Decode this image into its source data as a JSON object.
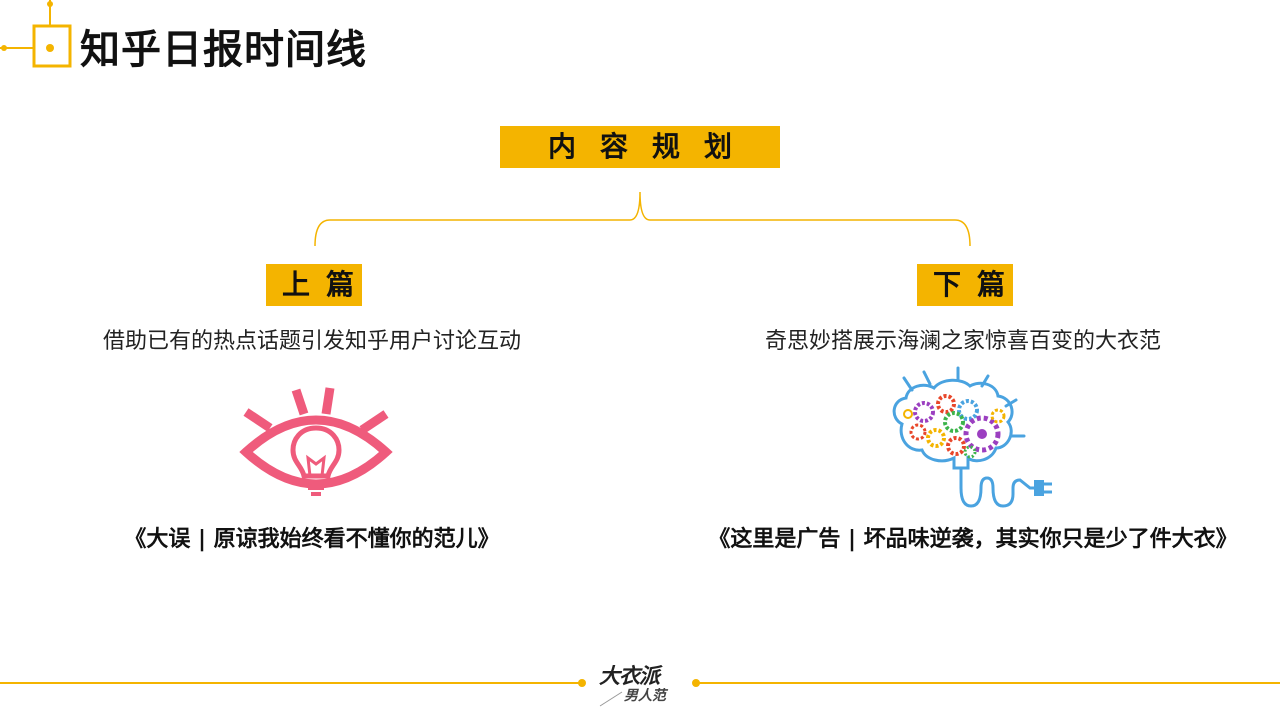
{
  "slide": {
    "title": "知乎日报时间线",
    "main_tag": "内容规划",
    "left": {
      "tag": "上篇",
      "description": "借助已有的热点话题引发知乎用户讨论互动",
      "article": "《大误 | 原谅我始终看不懂你的范儿》",
      "icon": "eye-lightbulb-icon"
    },
    "right": {
      "tag": "下篇",
      "description": "奇思妙搭展示海澜之家惊喜百变的大衣范",
      "article": "《这里是广告 | 坏品味逆袭，其实你只是少了件大衣》",
      "icon": "brain-gears-icon"
    },
    "logo": {
      "main": "大衣派",
      "sub": "男人范"
    }
  },
  "colors": {
    "accent": "#f4b400",
    "eye_icon": "#ef5b7c"
  }
}
